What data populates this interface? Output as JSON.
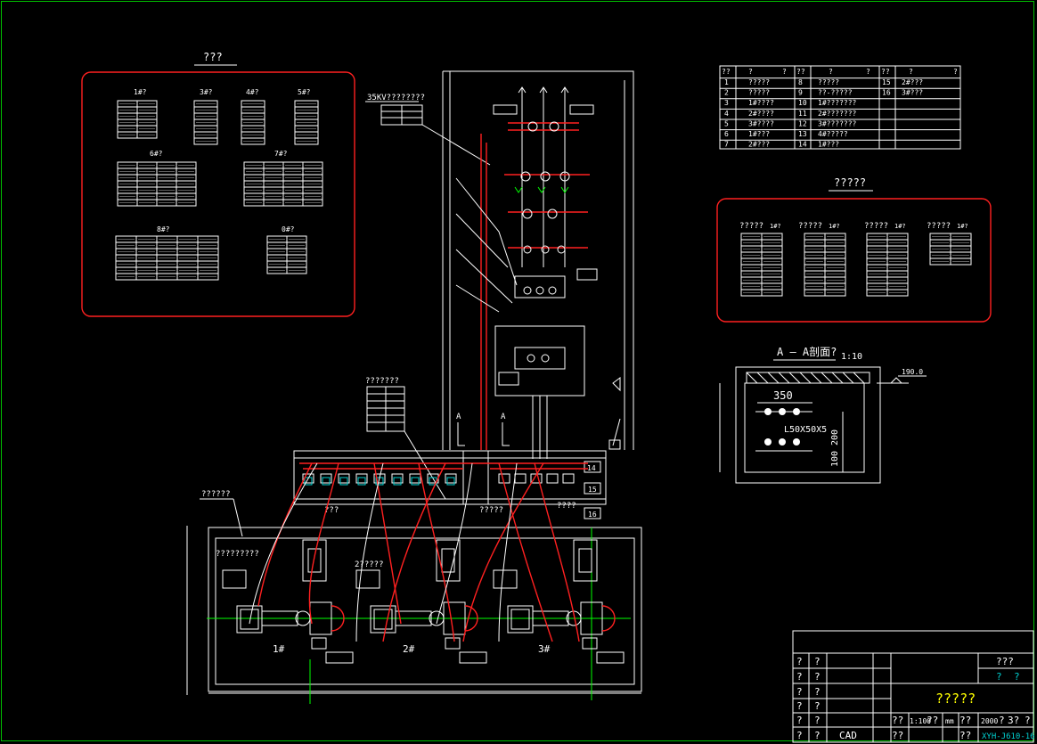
{
  "labels": {
    "legend_title": "???",
    "tb_1": "1#?",
    "tb_3": "3#?",
    "tb_4": "4#?",
    "tb_5": "5#?",
    "tb_6": "6#?",
    "tb_7": "7#?",
    "tb_8": "8#?",
    "tb_0": "0#?",
    "hv_label": "35KV????????",
    "cell_label": "???????",
    "left_label": "??????",
    "left_label2": "?????????",
    "mid_label1": "???",
    "mid_label2": "?????",
    "mid_label3": "????",
    "mid_label4": "2?????",
    "unit_1": "1#",
    "unit_2": "2#",
    "unit_3": "3#",
    "section_mark": "A",
    "right_title": "?????",
    "grp_1": "?????",
    "grp_1b": "1#?",
    "grp_2": "?????",
    "grp_2b": "1#?",
    "grp_3": "?????",
    "grp_3b": "1#?",
    "grp_4": "?????",
    "grp_4b": "1#?",
    "section_title": "A — A剖面?",
    "section_scale": "1:10",
    "level": "190.0",
    "dim_350": "350",
    "dim_angle": "L50X50X5",
    "dim_200": "200",
    "dim_100": "100"
  },
  "parts_table": {
    "headers": [
      "??",
      "?",
      "?",
      "??",
      "?",
      "?",
      "??",
      "?",
      "?"
    ],
    "rows": [
      [
        "1",
        "?????",
        "8",
        "?????",
        "15",
        "2#???"
      ],
      [
        "2",
        "?????",
        "9",
        "??-?????",
        "16",
        "3#???"
      ],
      [
        "3",
        "1#????",
        "10",
        "1#???????",
        "",
        " "
      ],
      [
        "4",
        "2#????",
        "11",
        "2#???????",
        "",
        ""
      ],
      [
        "5",
        "3#????",
        "12",
        "3#???????",
        "",
        ""
      ],
      [
        "6",
        "1#???",
        "13",
        "4#?????",
        "",
        ""
      ],
      [
        "7",
        "2#???",
        "14",
        "1#???",
        "",
        ""
      ]
    ]
  },
  "title_block": {
    "c_r1": "?",
    "c_r1b": "?",
    "c_r2": "?",
    "c_r2b": "?",
    "c_r3": "?",
    "c_r3b": "?",
    "c_r4": "?",
    "c_r4b": "?",
    "c_r5": "?",
    "c_r5b": "?",
    "c_r6": "?",
    "c_r6b": "?",
    "cad": "CAD",
    "top_right": "???",
    "top_right_a": "?",
    "top_right_b": "?",
    "drawing_title": "?????",
    "scale_label": "??",
    "scale_value": "1:100",
    "unit_label": "??",
    "unit_value": "mm",
    "sheet_label": "??",
    "date": "2000",
    "sheet_a": "?",
    "sheet_b": "3?",
    "sheet_c": "?",
    "bottom_a": "??",
    "bottom_b": "??",
    "drawing_no": "XYH-J610-16"
  },
  "colors": {
    "border": "#00c000",
    "cable": "#ff2020",
    "line": "#ffffff",
    "title_yellow": "#ffff00",
    "number_cyan": "#00d0d0"
  }
}
